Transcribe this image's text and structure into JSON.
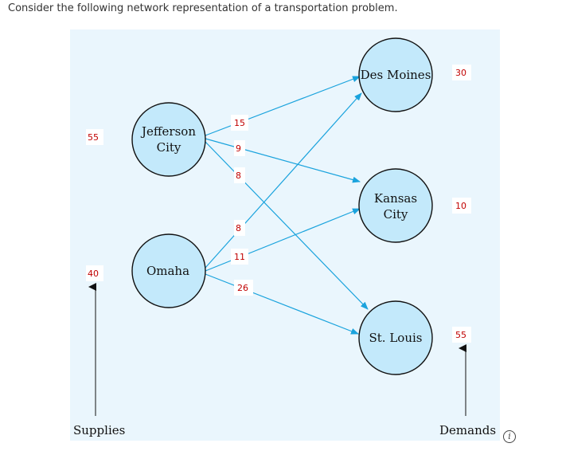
{
  "prompt": "Consider the following network representation of a transportation problem.",
  "nodes": {
    "jefferson": {
      "line1": "Jefferson",
      "line2": "City"
    },
    "omaha": {
      "line1": "Omaha"
    },
    "desmoines": {
      "line1": "Des Moines"
    },
    "kansas": {
      "line1": "Kansas",
      "line2": "City"
    },
    "stlouis": {
      "line1": "St. Louis"
    }
  },
  "supplies": {
    "jefferson": "55",
    "omaha": "40",
    "label": "Supplies"
  },
  "demands": {
    "desmoines": "30",
    "kansas": "10",
    "stlouis": "55",
    "label": "Demands"
  },
  "costs": {
    "jc_dm": "15",
    "jc_kc": "9",
    "jc_sl": "8",
    "om_dm": "8",
    "om_kc": "11",
    "om_sl": "26"
  },
  "colors": {
    "node_fill": "#c3e9fb",
    "arc": "#1aa3dd",
    "number": "#c00000",
    "background": "#eaf6fd"
  },
  "icons": {
    "info": "info-icon"
  }
}
